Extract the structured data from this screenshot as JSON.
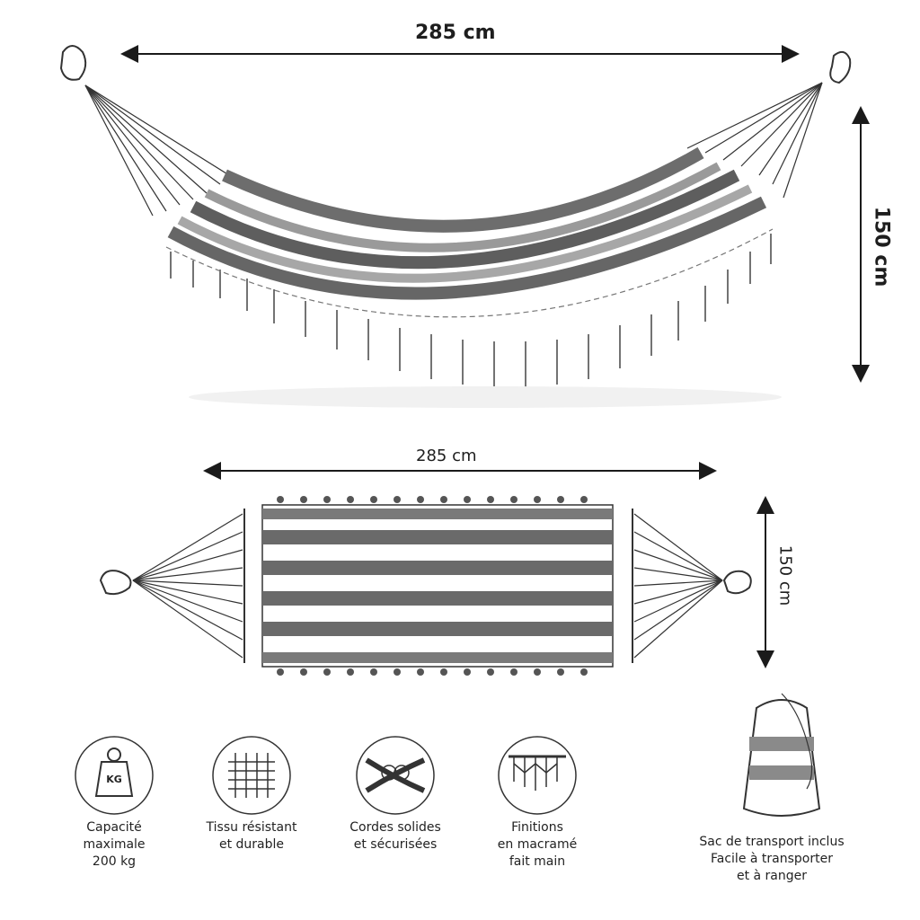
{
  "top_view": {
    "width_label": "285 cm",
    "height_label": "150 cm"
  },
  "flat_view": {
    "width_label": "285 cm",
    "height_label": "150 cm"
  },
  "features": [
    {
      "icon": "weight-icon",
      "icon_text": "KG",
      "lines": [
        "Capacité",
        "maximale",
        "200 kg"
      ]
    },
    {
      "icon": "woven-fabric-icon",
      "lines": [
        "Tissu résistant",
        "et durable"
      ]
    },
    {
      "icon": "rope-knot-icon",
      "lines": [
        "Cordes solides",
        "et sécurisées"
      ]
    },
    {
      "icon": "macrame-icon",
      "lines": [
        "Finitions",
        "en macramé",
        "fait main"
      ]
    }
  ],
  "bag": {
    "icon": "carry-bag-icon",
    "lines": [
      "Sac de transport inclus",
      "Facile à transporter",
      "et à ranger"
    ]
  }
}
